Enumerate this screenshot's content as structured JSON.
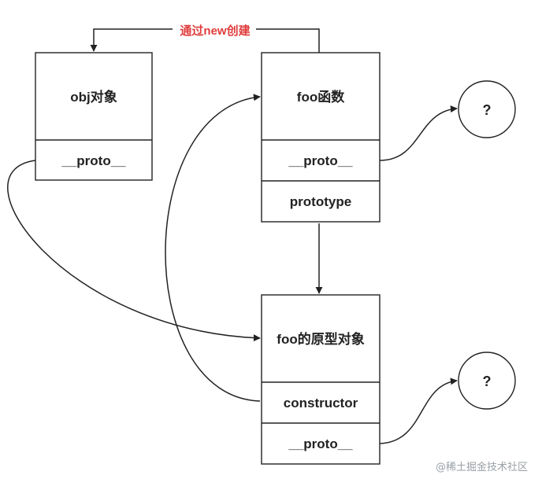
{
  "colors": {
    "line": "#222222",
    "new_label": "#e03c3c",
    "watermark": "#9aa0a6"
  },
  "obj": {
    "title": "obj对象",
    "proto": "__proto__"
  },
  "foo": {
    "title": "foo函数",
    "proto": "__proto__",
    "prototype": "prototype"
  },
  "foo_prototype_object": {
    "title": "foo的原型对象",
    "constructor": "constructor",
    "proto": "__proto__"
  },
  "edges": {
    "created_by_new": "通过new创建"
  },
  "unknown_nodes": [
    {
      "label": "?"
    },
    {
      "label": "?"
    }
  ],
  "watermark": "@稀土掘金技术社区"
}
